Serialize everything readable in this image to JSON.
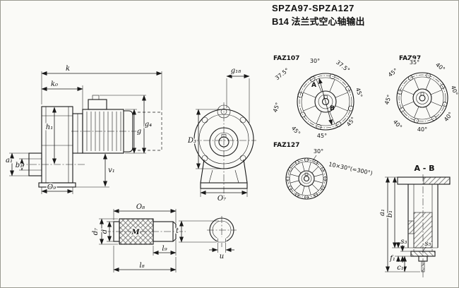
{
  "page": {
    "paper_color": "#fafaf7",
    "ink_color": "#1a1a1a"
  },
  "title": {
    "model": "SPZA97-SPZA127",
    "subtitle": "B14 法兰式空心轴输出"
  },
  "side_view": {
    "k": "k",
    "k0": "k₀",
    "h1": "h₁",
    "g": "g",
    "g4": "g₄",
    "a1": "a₁",
    "b1": "b₁",
    "v1": "v₁",
    "o9": "O₉"
  },
  "front_view": {
    "g18": "g₁₈",
    "d3": "D₃",
    "o7": "O₇"
  },
  "flange_faz107": {
    "name": "FAZ107",
    "angle_top": "30°",
    "angle_top_right": "37.5°",
    "angle_right": "45°",
    "angle_bottom_right": "45°",
    "angle_bottom": "45°",
    "angle_bottom_left": "45°",
    "angle_left": "45°",
    "angle_top_left": "37.5°",
    "section_mark_a": "A",
    "section_mark_b": "B"
  },
  "flange_faz97": {
    "name": "FAZ97",
    "angle_top": "35°",
    "angle_top_right": "40°",
    "angle_right": "40°",
    "angle_bottom_right": "40°",
    "angle_bottom": "40°",
    "angle_bottom_left": "40°",
    "angle_left": "45°",
    "angle_top_left": "45°"
  },
  "flange_faz127": {
    "name": "FAZ127",
    "angle_top": "30°",
    "pitch_note": "10×30°(=300°)"
  },
  "shaft_view": {
    "o8": "O₈",
    "d7": "d₇",
    "d": "d",
    "m": "M",
    "l9": "l₉",
    "l8": "l₈"
  },
  "keyway_view": {
    "t": "t",
    "u": "u"
  },
  "section_view": {
    "name": "A - B",
    "a1": "a₁",
    "b1": "b₁",
    "s3": "s₃",
    "s5": "s₅",
    "f1": "f₁",
    "c1": "c₁"
  }
}
